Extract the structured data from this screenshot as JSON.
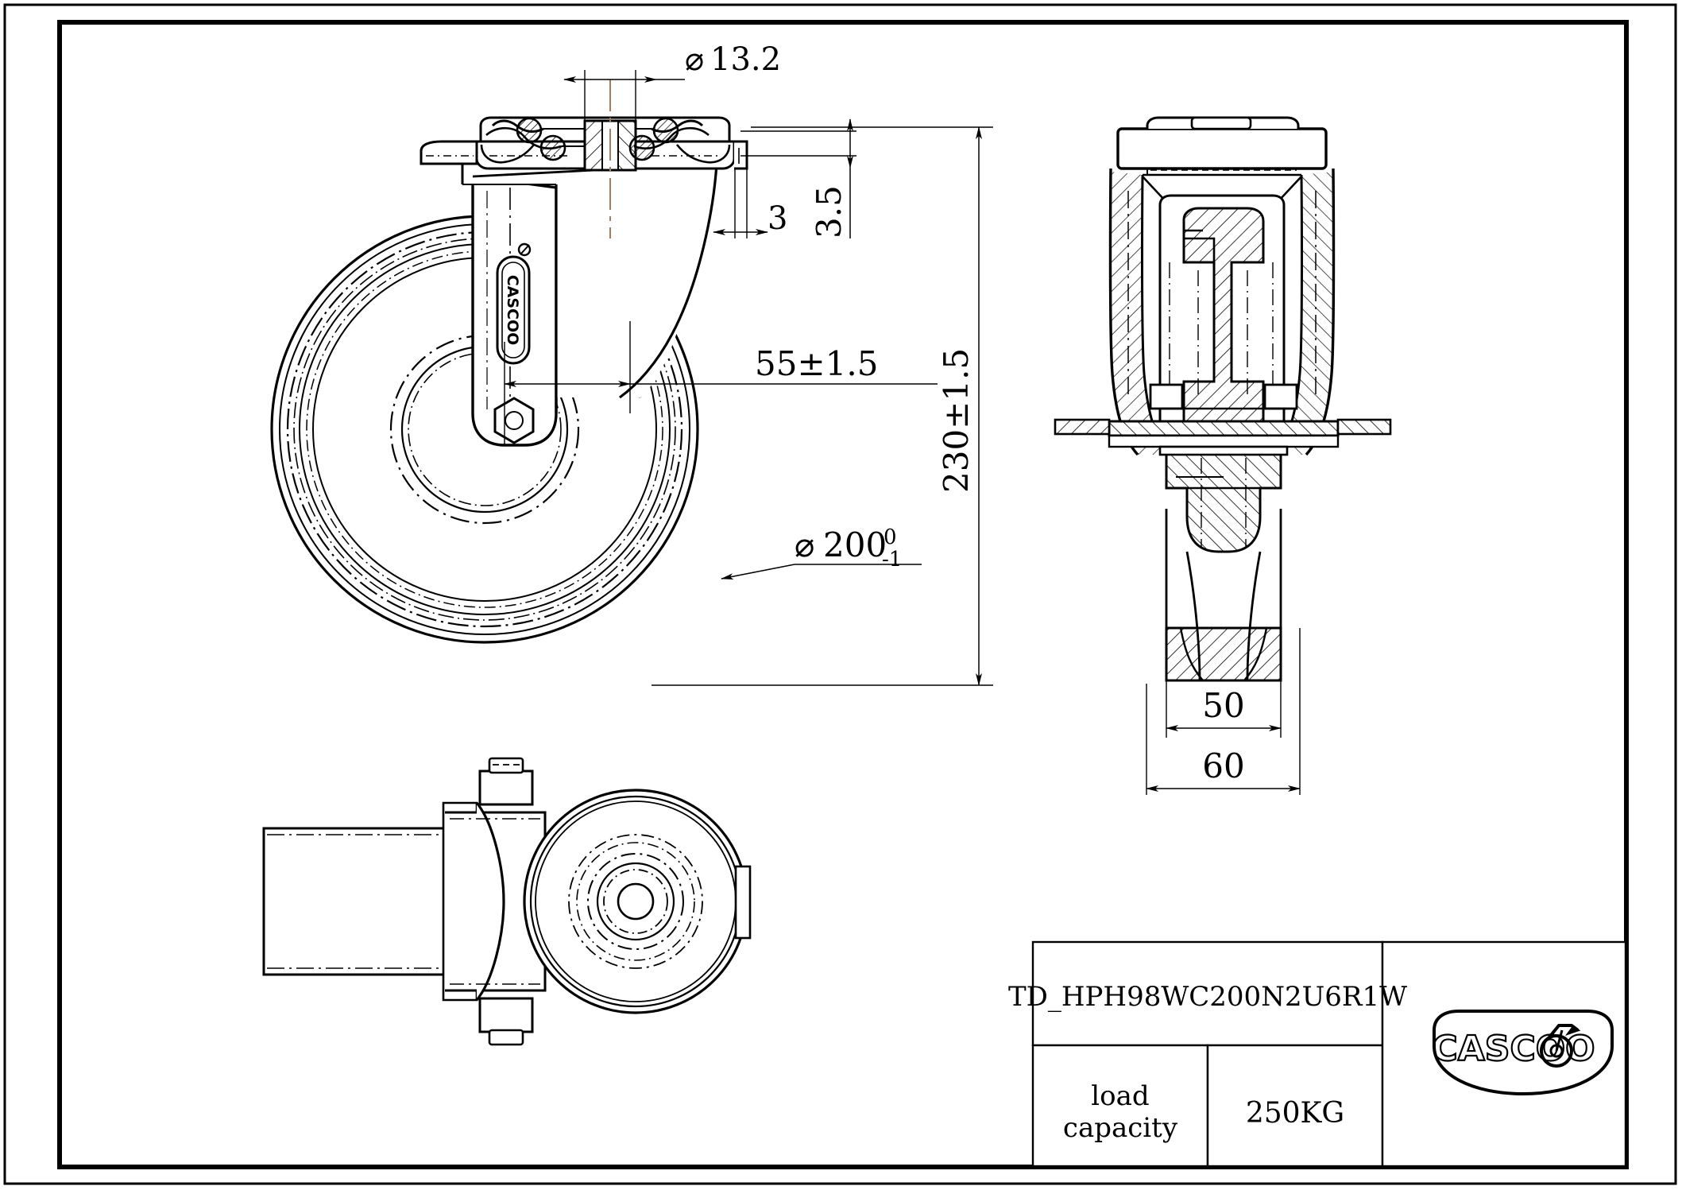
{
  "drawing": {
    "type": "engineering-drawing",
    "subject": "swivel caster with bolt-hole top plate",
    "border": {
      "outer_color": "#000000",
      "inner_color": "#000000"
    },
    "line_color": "#000000",
    "centerline_color": "#a08060"
  },
  "dimensions": {
    "bore_diameter": "13.2",
    "bore_diameter_symbol": "⌀",
    "plate_thickness": "3",
    "plate_offset": "3.5",
    "offset": "55±1.5",
    "overall_height": "230±1.5",
    "wheel_diameter_symbol": "⌀",
    "wheel_diameter": "200",
    "wheel_tol_upper": "0",
    "wheel_tol_lower": "-1",
    "hub_width": "50",
    "wheel_width": "60"
  },
  "views": {
    "front": {
      "name": "front-elevation"
    },
    "side": {
      "name": "side-section"
    },
    "plan": {
      "name": "plan-view"
    }
  },
  "fork_brand_text": "CASCOO",
  "title_block": {
    "part_number": "TD_HPH98WC200N2U6R1W",
    "load_capacity_label_line1": "load",
    "load_capacity_label_line2": "capacity",
    "load_capacity_value": "250KG",
    "logo_text": "CASCOO"
  }
}
